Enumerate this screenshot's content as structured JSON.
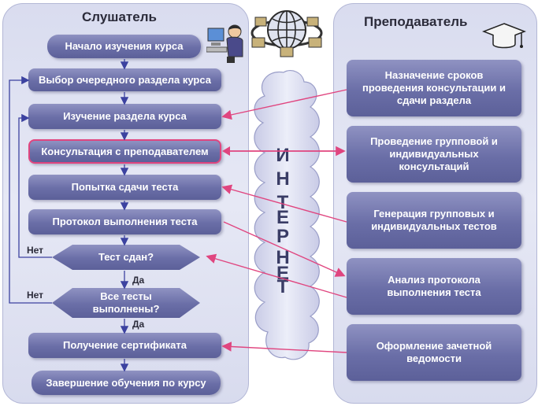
{
  "listener": {
    "title": "Слушатель",
    "steps": [
      "Начало изучения курса",
      "Выбор очередного раздела курса",
      "Изучение раздела курса",
      "Консультация с преподавателем",
      "Попытка сдачи теста",
      "Протокол выполнения теста",
      "Тест сдан?",
      "Все тесты выполнены?",
      "Получение сертификата",
      "Завершение обучения по курсу"
    ],
    "decision_labels": {
      "no": "Нет",
      "yes": "Да"
    }
  },
  "teacher": {
    "title": "Преподаватель",
    "tasks": [
      "Назначение сроков проведения консультации и сдачи раздела",
      "Проведение групповой и индивидуальных консультаций",
      "Генерация групповых и индивидуальных тестов",
      "Анализ протокола выполнения теста",
      "Оформление зачетной ведомости"
    ]
  },
  "internet": {
    "letters": [
      "И",
      "Н",
      "Т",
      "Е",
      "Р",
      "Н",
      "Е",
      "Т"
    ]
  },
  "colors": {
    "box": "#6a6ea7",
    "arrow_pink": "#e0457f",
    "panel": "#dfe1f1",
    "flow_line": "#3c42a0"
  }
}
